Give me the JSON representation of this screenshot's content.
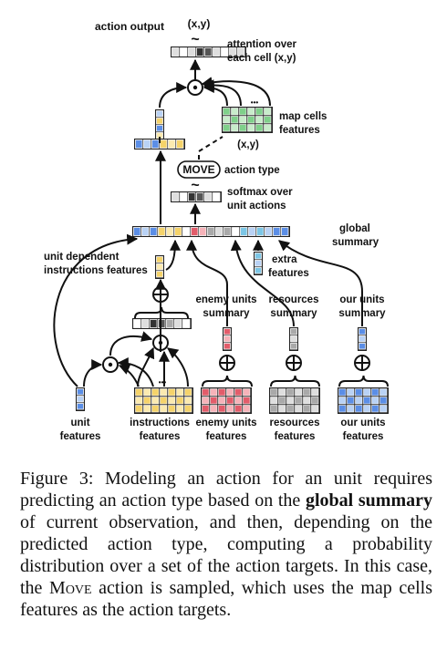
{
  "diagram": {
    "labels": {
      "action_output": "action output",
      "xy_top": "(x,y)",
      "tilde_top": "~",
      "attention_1": "attention over",
      "attention_2": "each cell (x,y)",
      "dots_top": "•••",
      "map_cells_1": "map cells",
      "map_cells_2": "features",
      "xy_map": "(x,y)",
      "move_box": "MOVE",
      "action_type": "action type",
      "tilde_mid": "~",
      "softmax_1": "softmax over",
      "softmax_2": "unit actions",
      "global_1": "global",
      "global_2": "summary",
      "unit_dep_1": "unit dependent",
      "unit_dep_2": "instructions features",
      "extra_1": "extra",
      "extra_2": "features",
      "enemy_sum_1": "enemy units",
      "enemy_sum_2": "summary",
      "res_sum_1": "resources",
      "res_sum_2": "summary",
      "our_sum_1": "our units",
      "our_sum_2": "summary",
      "dots_bottom": "•••",
      "unit_1": "unit",
      "unit_2": "features",
      "instr_1": "instructions",
      "instr_2": "features",
      "enemy_1": "enemy units",
      "enemy_2": "features",
      "resources_1": "resources",
      "resources_2": "features",
      "our_1": "our units",
      "our_2": "features"
    },
    "colors": {
      "blue": "#5b8ee6",
      "blue_light": "#b9d2f5",
      "yellow": "#f5d36a",
      "yellow_light": "#fbeab0",
      "red": "#e25c6a",
      "red_light": "#f6b3b9",
      "gray": "#a9a9a9",
      "gray_light": "#dedede",
      "green": "#7fd08a",
      "green_light": "#c8eccb",
      "cyan": "#7cc6e6",
      "dark": "#333333"
    }
  },
  "caption": {
    "label": "Figure 3:",
    "text_1": " Modeling an action for an unit requires predicting an action type based on the ",
    "bold_1": "global summary",
    "text_2": " of current observation, and then, depending on the predicted action type, computing a probability distribution over a set of the action targets. In this case, the ",
    "smallcaps": "Move",
    "text_3": " action is sampled, which uses the map cells features as the action targets."
  }
}
